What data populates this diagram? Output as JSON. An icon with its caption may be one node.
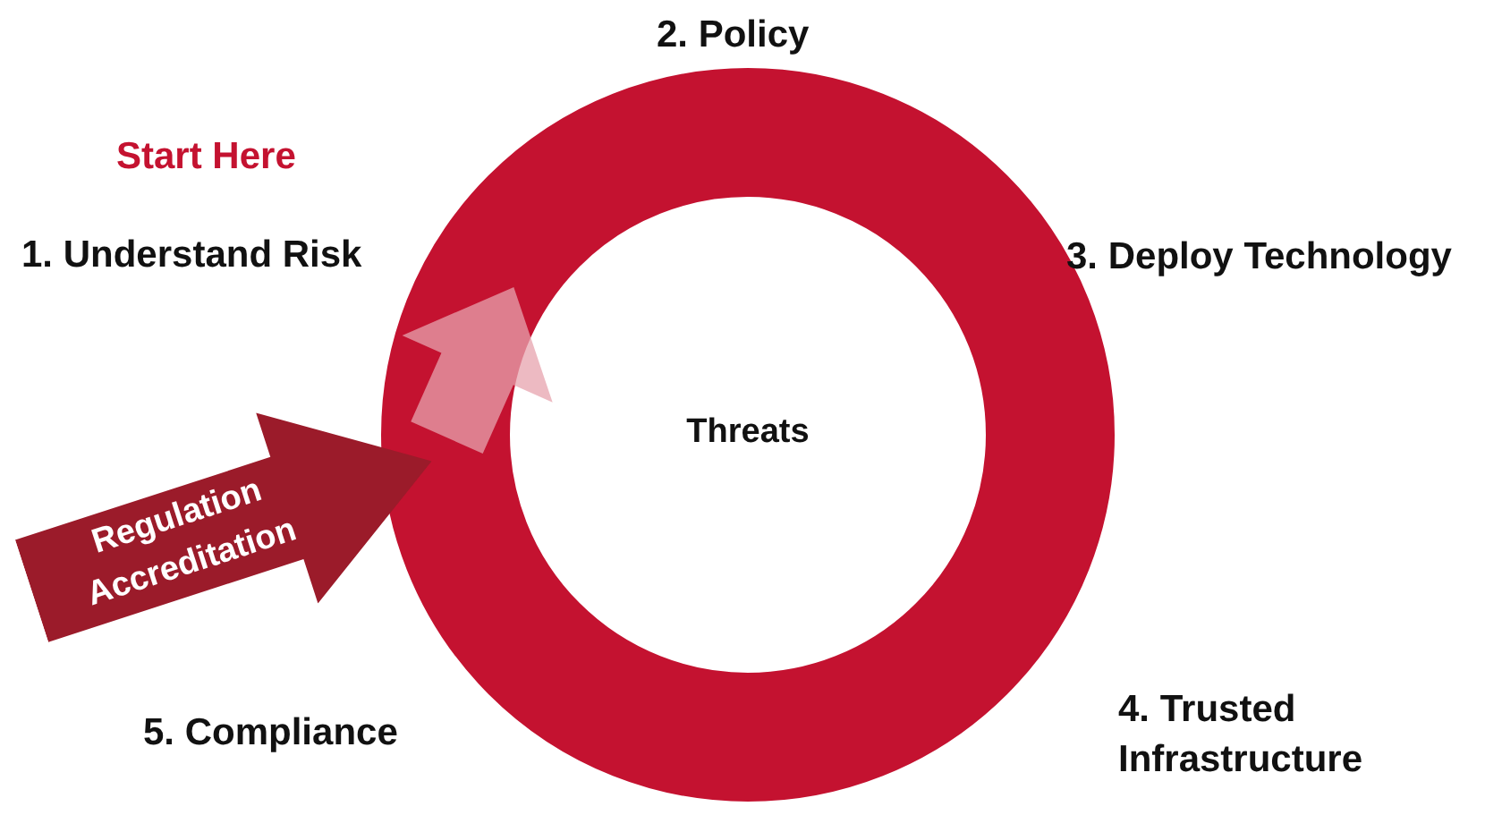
{
  "diagram": {
    "nodes": [
      {
        "text": [
          "Threats"
        ]
      },
      {
        "text": [
          "Regulation Accreditation"
        ]
      }
    ],
    "edges": [
      {
        "from": 1,
        "to": 0,
        "arrow": "to"
      }
    ],
    "labels": [
      "2. Policy",
      "Start Here",
      "1. Understand Risk",
      "3. Deploy Technology",
      "4. Trusted Infrastructure",
      "5. Compliance"
    ]
  }
}
